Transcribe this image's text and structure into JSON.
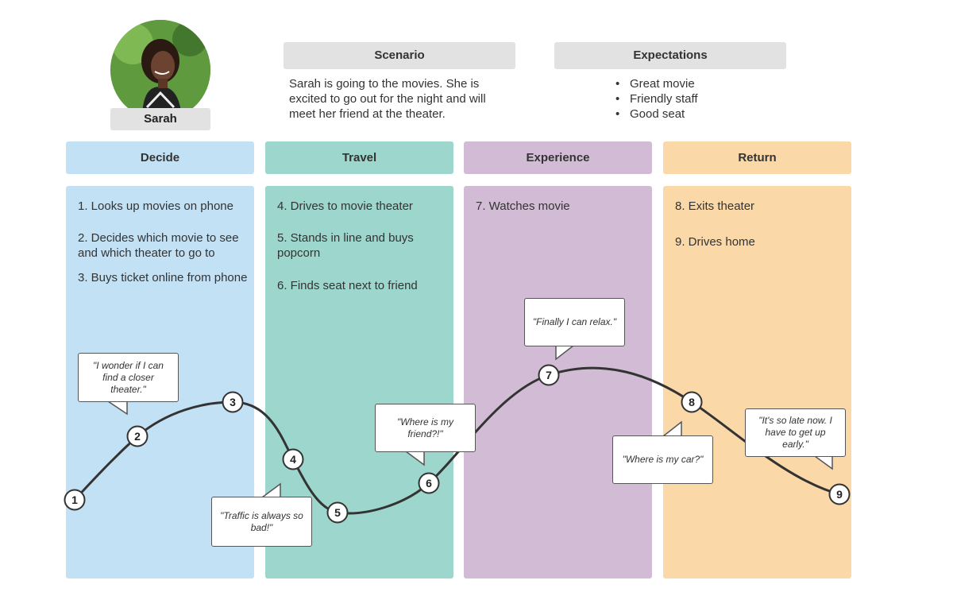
{
  "persona": {
    "name": "Sarah"
  },
  "scenario": {
    "heading": "Scenario",
    "text": "Sarah is going to the movies. She is excited to go out for the night and will meet her friend at the theater."
  },
  "expectations": {
    "heading": "Expectations",
    "items": [
      "Great movie",
      "Friendly staff",
      "Good seat"
    ]
  },
  "phases": [
    {
      "name": "Decide",
      "color": "#c3e1f5",
      "steps": [
        "1.  Looks up movies on phone",
        "2.  Decides which movie to see and which theater to go to",
        "3.  Buys ticket online from phone"
      ]
    },
    {
      "name": "Travel",
      "color": "#9dd6cc",
      "steps": [
        "4.  Drives to movie theater",
        "5.  Stands in line and buys popcorn",
        "6.  Finds seat next to friend"
      ]
    },
    {
      "name": "Experience",
      "color": "#d2bcd5",
      "steps": [
        "7.  Watches movie"
      ]
    },
    {
      "name": "Return",
      "color": "#fbd8a8",
      "steps": [
        "8.  Exits theater",
        "9.  Drives home"
      ]
    }
  ],
  "points": [
    "1",
    "2",
    "3",
    "4",
    "5",
    "6",
    "7",
    "8",
    "9"
  ],
  "quotes": [
    "\"I wonder if I can find a closer theater.\"",
    "\"Traffic is always so bad!\"",
    "\"Where is my friend?!\"",
    "\"Finally I can relax.\"",
    "\"Where is my car?\"",
    "\"It's so late now. I have to get up early.\""
  ]
}
